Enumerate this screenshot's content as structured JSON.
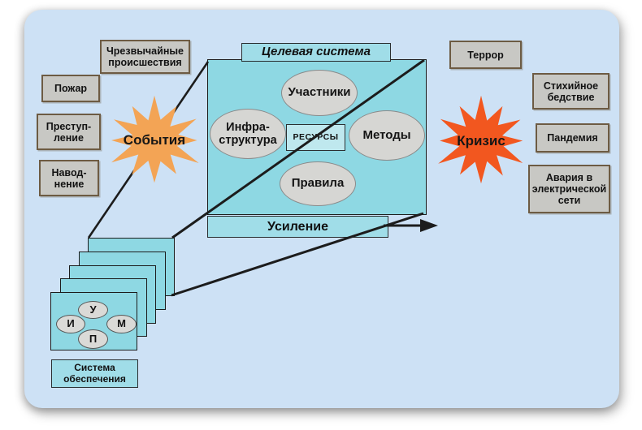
{
  "stars": {
    "events": "События",
    "crisis": "Кризис"
  },
  "hazards": [
    "Чрезвычайные\nпроисшествия",
    "Пожар",
    "Преступ-\nление",
    "Навод-\nнение"
  ],
  "crises": [
    "Террор",
    "Стихийное\nбедствие",
    "Пандемия",
    "Авария в\nэлектрической\nсети"
  ],
  "target_system": {
    "title": "Целевая система",
    "participants": "Участники",
    "infrastructure": "Инфра-\nструктура",
    "resources": "РЕСУРСЫ",
    "methods": "Методы",
    "rules": "Правила",
    "amplification": "Усиление"
  },
  "support_system": {
    "label": "Система\nобеспечения",
    "letters": {
      "u": "У",
      "i": "И",
      "m": "М",
      "p": "П"
    }
  },
  "colors": {
    "panel_bg": "#cde1f5",
    "cyan_box": "#8ed8e3",
    "cyan_bar": "#a0dde8",
    "resources_bg": "#bfe8ee",
    "gray_box": "#c8c8c4",
    "gray_border": "#6d5b43",
    "events_star": "#f3a455",
    "crisis_star": "#f2571f",
    "ellipse_fill": "#d6d6d3",
    "line": "#1c1c1c"
  }
}
